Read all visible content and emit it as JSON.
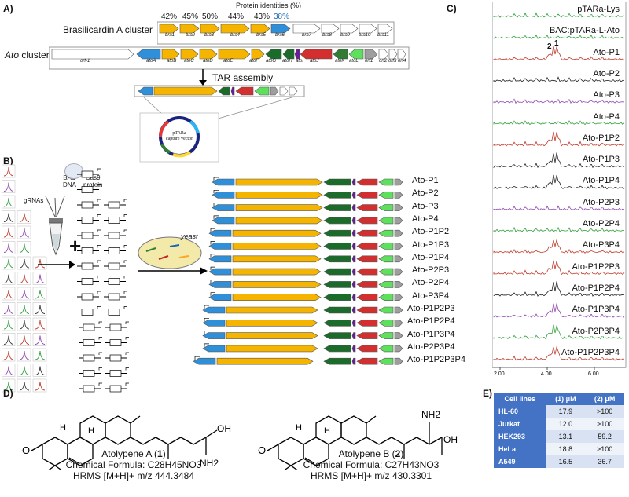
{
  "panels": {
    "a": "A)",
    "b": "B)",
    "c": "C)",
    "d": "D)",
    "e": "E)"
  },
  "panel_a": {
    "identity_header": "Protein identities (%)",
    "identities": [
      "42%",
      "45%",
      "50%",
      "44%",
      "43%",
      "38%"
    ],
    "brasilicardin_label": "Brasilicardin A cluster",
    "bra_genes": [
      "bra1",
      "bra2",
      "bra3",
      "bra4",
      "bra5",
      "bra6",
      "bra7",
      "bra8",
      "bra9",
      "bra10",
      "bra11"
    ],
    "ato_label_italic": "Ato",
    "ato_label_rest": " cluster",
    "ato_genes": [
      "orf-1",
      "atoA",
      "atoB",
      "atoC",
      "atoD",
      "atoE",
      "atoF",
      "atoG",
      "atoH",
      "atoI",
      "atoJ",
      "atoK",
      "atoL",
      "orf1",
      "orf2",
      "orf3",
      "orf4"
    ],
    "tar_label": "TAR assembly",
    "vector_label_1": "pTARa",
    "vector_label_2": "capture vector"
  },
  "panel_b": {
    "bac_label_1": "BAC",
    "bac_label_2": "DNA",
    "grnas_label": "gRNAs",
    "cas9_label_1": "Cas9",
    "cas9_label_2": "protein",
    "yeast_label": "yeast",
    "constructs": [
      "Ato-P1",
      "Ato-P2",
      "Ato-P3",
      "Ato-P4",
      "Ato-P1P2",
      "Ato-P1P3",
      "Ato-P1P4",
      "Ato-P2P3",
      "Ato-P2P4",
      "Ato-P3P4",
      "Ato-P1P2P3",
      "Ato-P1P2P4",
      "Ato-P1P3P4",
      "Ato-P2P3P4",
      "Ato-P1P2P3P4"
    ]
  },
  "panel_c": {
    "traces": [
      {
        "label": "pTARa-Lys",
        "color": "#2e9e3a"
      },
      {
        "label": "BAC:pTARa-L-Ato",
        "color": "#2e9e3a"
      },
      {
        "label": "Ato-P1",
        "color": "#c0392b"
      },
      {
        "label": "Ato-P2",
        "color": "#222222"
      },
      {
        "label": "Ato-P3",
        "color": "#8e44ad"
      },
      {
        "label": "Ato-P4",
        "color": "#2e9e3a"
      },
      {
        "label": "Ato-P1P2",
        "color": "#c0392b"
      },
      {
        "label": "Ato-P1P3",
        "color": "#222222"
      },
      {
        "label": "Ato-P1P4",
        "color": "#222222"
      },
      {
        "label": "Ato-P2P3",
        "color": "#8e44ad"
      },
      {
        "label": "Ato-P2P4",
        "color": "#2e9e3a"
      },
      {
        "label": "Ato-P3P4",
        "color": "#c0392b"
      },
      {
        "label": "Ato-P1P2P3",
        "color": "#c0392b"
      },
      {
        "label": "Ato-P1P2P4",
        "color": "#222222"
      },
      {
        "label": "Ato-P1P3P4",
        "color": "#8e44ad"
      },
      {
        "label": "Ato-P2P3P4",
        "color": "#2e9e3a"
      },
      {
        "label": "Ato-P1P2P3P4",
        "color": "#c0392b"
      }
    ],
    "peak_labels": [
      "2",
      "1"
    ],
    "x_ticks": [
      "2.00",
      "4.00",
      "6.00"
    ]
  },
  "panel_d": {
    "compound_a_name": "Atolypene A (",
    "compound_a_num": "1",
    "compound_a_formula": "Chemical Formula: C28H45NO3",
    "compound_a_hrms": "HRMS [M+H]+ m/z 444.3484",
    "compound_b_name": "Atolypene B (",
    "compound_b_num": "2",
    "compound_b_formula": "Chemical Formula: C27H43NO3",
    "compound_b_hrms": "HRMS [M+H]+ m/z 430.3301",
    "atom_oh": "OH",
    "atom_o": "O",
    "atom_nh2": "NH2",
    "atom_h": "H"
  },
  "panel_e": {
    "headers": [
      "Cell lines",
      "(1) μM",
      "(2) μM"
    ],
    "rows": [
      [
        "HL-60",
        "17.9",
        ">100"
      ],
      [
        "Jurkat",
        "12.0",
        ">100"
      ],
      [
        "HEK293",
        "13.1",
        "59.2"
      ],
      [
        "HeLa",
        "18.8",
        ">100"
      ],
      [
        "A549",
        "16.5",
        "36.7"
      ]
    ]
  }
}
